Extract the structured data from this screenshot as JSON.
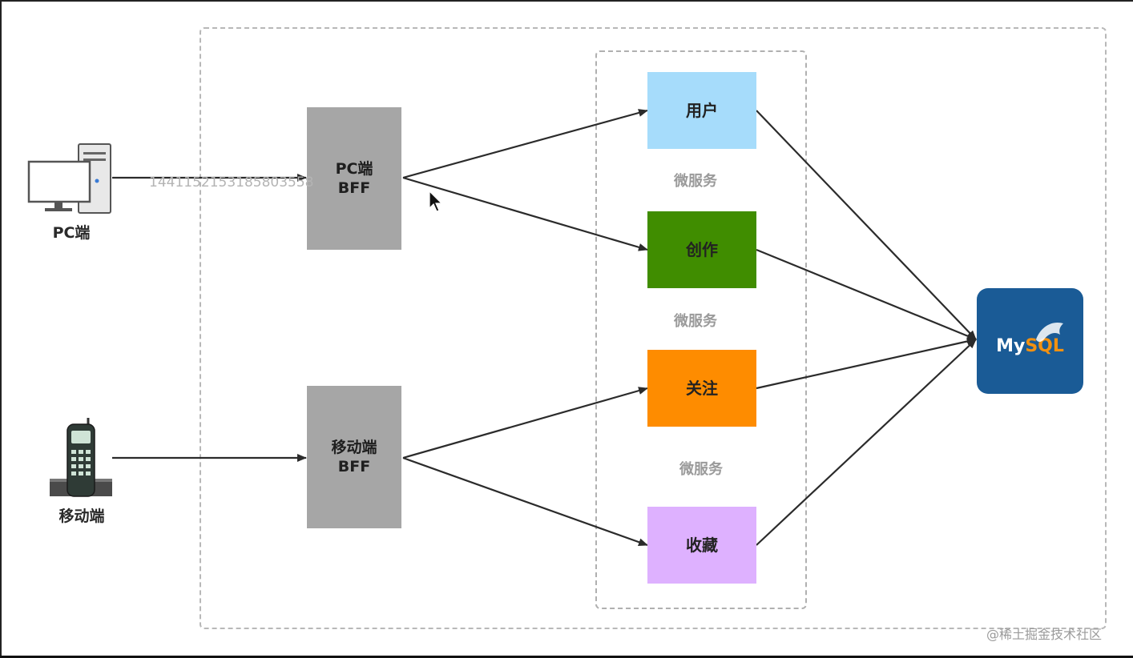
{
  "clients": {
    "pc_label": "PC端",
    "mobile_label": "移动端"
  },
  "bff": {
    "pc": "PC端\nBFF",
    "mobile": "移动端\nBFF"
  },
  "services": [
    {
      "label": "用户",
      "color": "#a6dcfb"
    },
    {
      "label": "创作",
      "color": "#408d00"
    },
    {
      "label": "关注",
      "color": "#fe8c00"
    },
    {
      "label": "收藏",
      "color": "#deb1ff"
    }
  ],
  "microservice_labels": [
    "微服务",
    "微服务",
    "微服务"
  ],
  "overlay_id": "1441152153185803558",
  "database": {
    "brand_my": "My",
    "brand_sql": "SQL",
    "icon": "dolphin-icon"
  },
  "watermark": "@稀土掘金技术社区",
  "colors": {
    "bff": "#a6a6a6",
    "mysql_bg": "#1a5b96",
    "mysql_accent": "#f29111",
    "arrow": "#2b2b2b"
  }
}
